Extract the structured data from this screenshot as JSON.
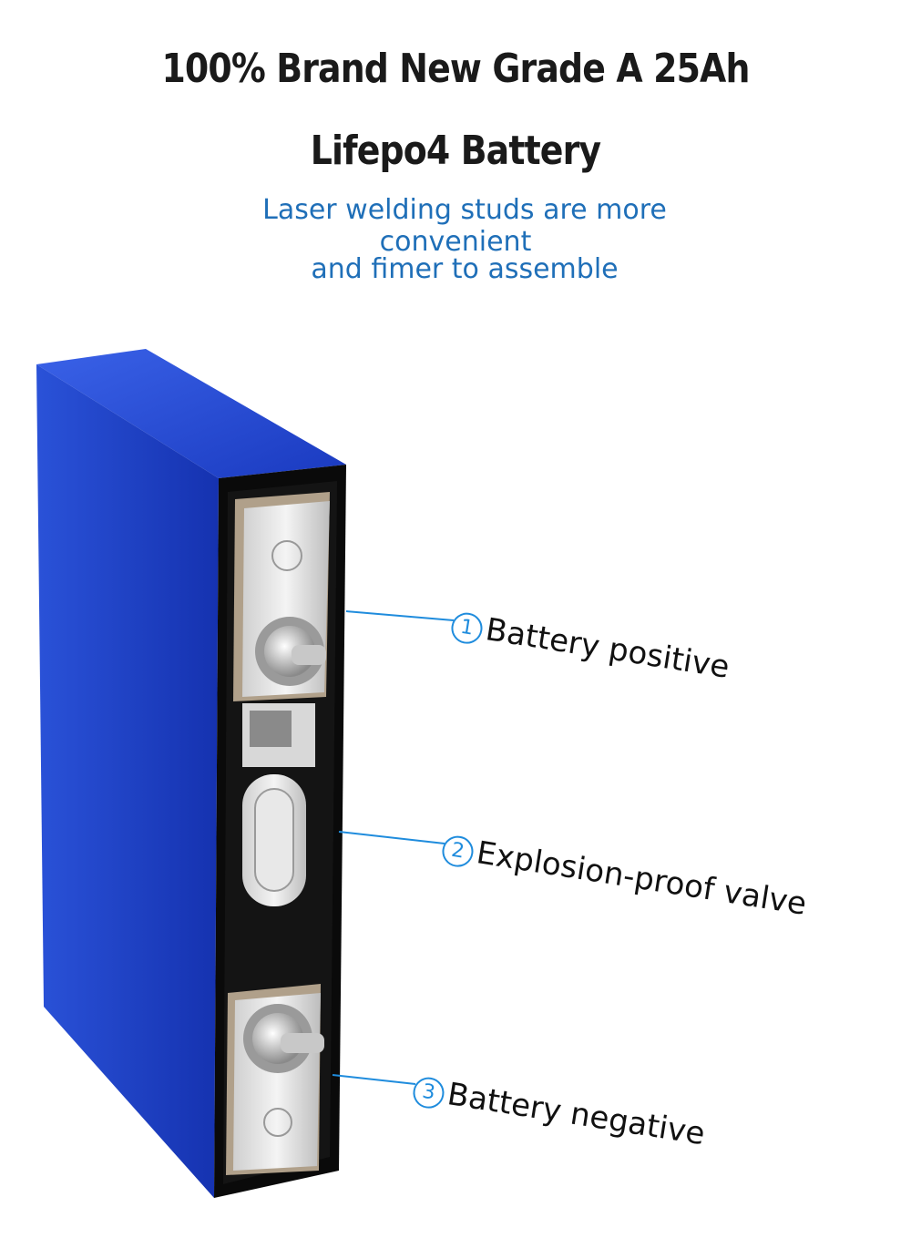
{
  "title": {
    "line1": "100% Brand New Grade A 25Ah",
    "line2": "Lifepo4 Battery"
  },
  "subtitle": {
    "line1": "Laser welding studs are more",
    "line2": "convenient",
    "line3": "and fimer to assemble"
  },
  "callouts": [
    {
      "number": "1",
      "label": "Battery positive"
    },
    {
      "number": "2",
      "label": "Explosion-proof valve"
    },
    {
      "number": "3",
      "label": "Battery negative"
    }
  ],
  "colors": {
    "battery_blue": "#1c3fc4",
    "callout_line": "#1f8cdd",
    "subtitle_blue": "#1f6fb8"
  }
}
